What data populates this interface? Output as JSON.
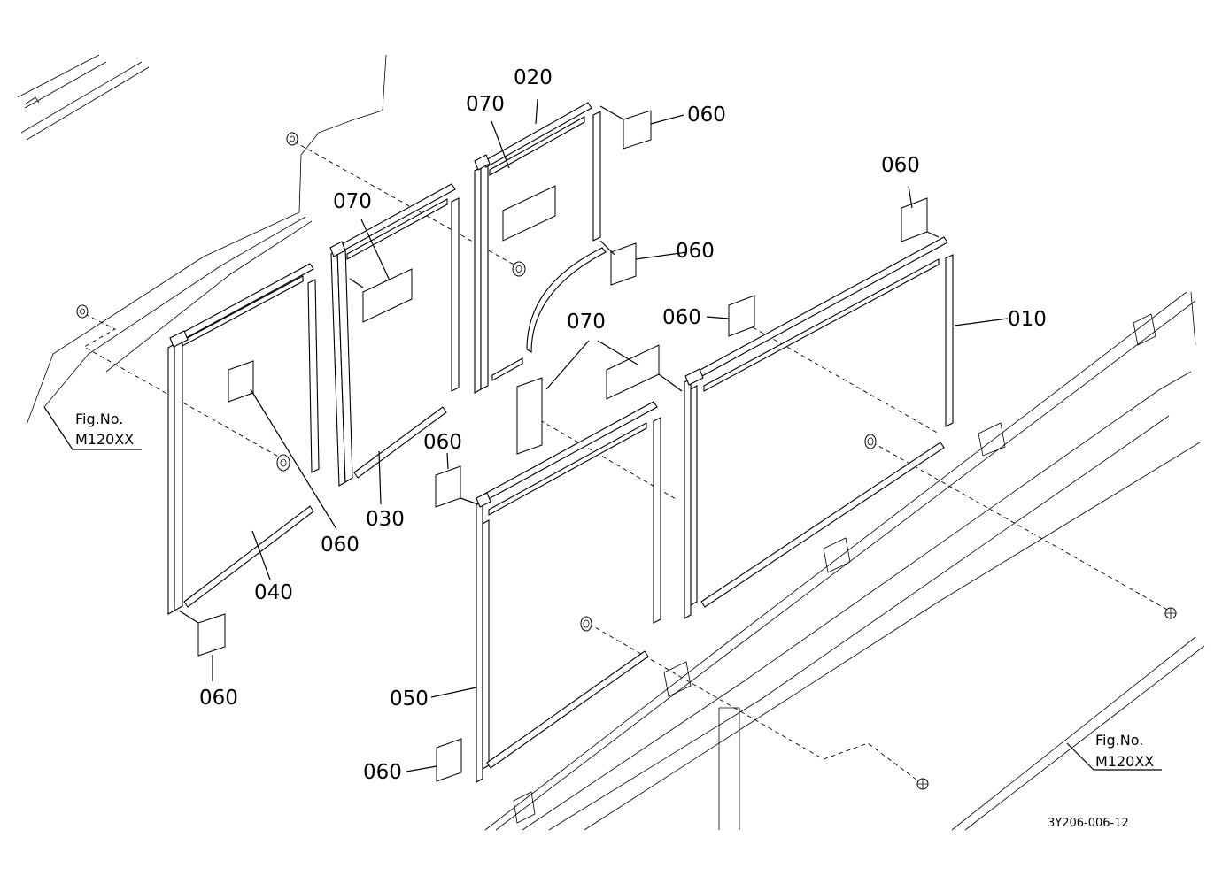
{
  "part_labels": {
    "p010": "010",
    "p020": "020",
    "p030": "030",
    "p040": "040",
    "p050": "050",
    "p060": "060",
    "p070": "070"
  },
  "figure_refs": {
    "left": {
      "title": "Fig.No.",
      "number": "M120XX"
    },
    "right": {
      "title": "Fig.No.",
      "number": "M120XX"
    }
  },
  "drawing_code": "3Y206-006-12"
}
